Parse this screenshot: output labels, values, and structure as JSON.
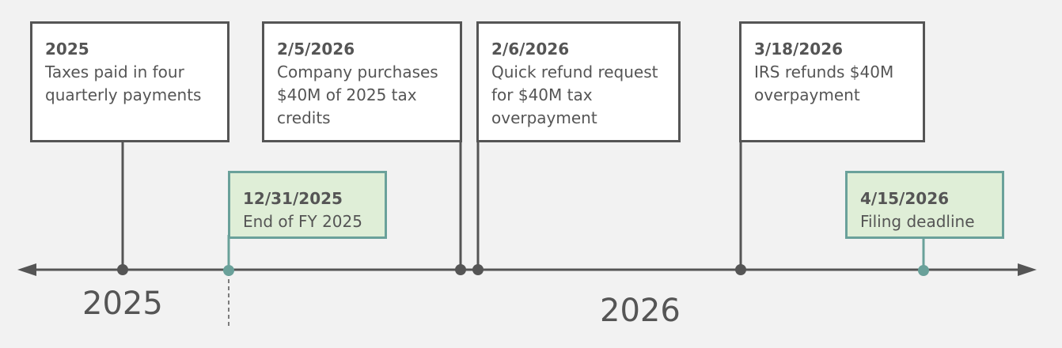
{
  "colors": {
    "background": "#f2f2f2",
    "line": "#555555",
    "accent": "#6aa19a",
    "highlight_fill": "#dfeed7",
    "box_fill": "#ffffff"
  },
  "events": [
    {
      "date": "2025",
      "description": "Taxes paid in four quarterly payments",
      "highlight": false
    },
    {
      "date": "2/5/2026",
      "description": "Company purchases $40M of 2025 tax credits",
      "highlight": false
    },
    {
      "date": "2/6/2026",
      "description": "Quick refund request for $40M tax overpayment",
      "highlight": false
    },
    {
      "date": "3/18/2026",
      "description": "IRS refunds $40M overpayment",
      "highlight": false
    },
    {
      "date": "12/31/2025",
      "description": "End of FY 2025",
      "highlight": true
    },
    {
      "date": "4/15/2026",
      "description": "Filing deadline",
      "highlight": true
    }
  ],
  "years": [
    "2025",
    "2026"
  ]
}
